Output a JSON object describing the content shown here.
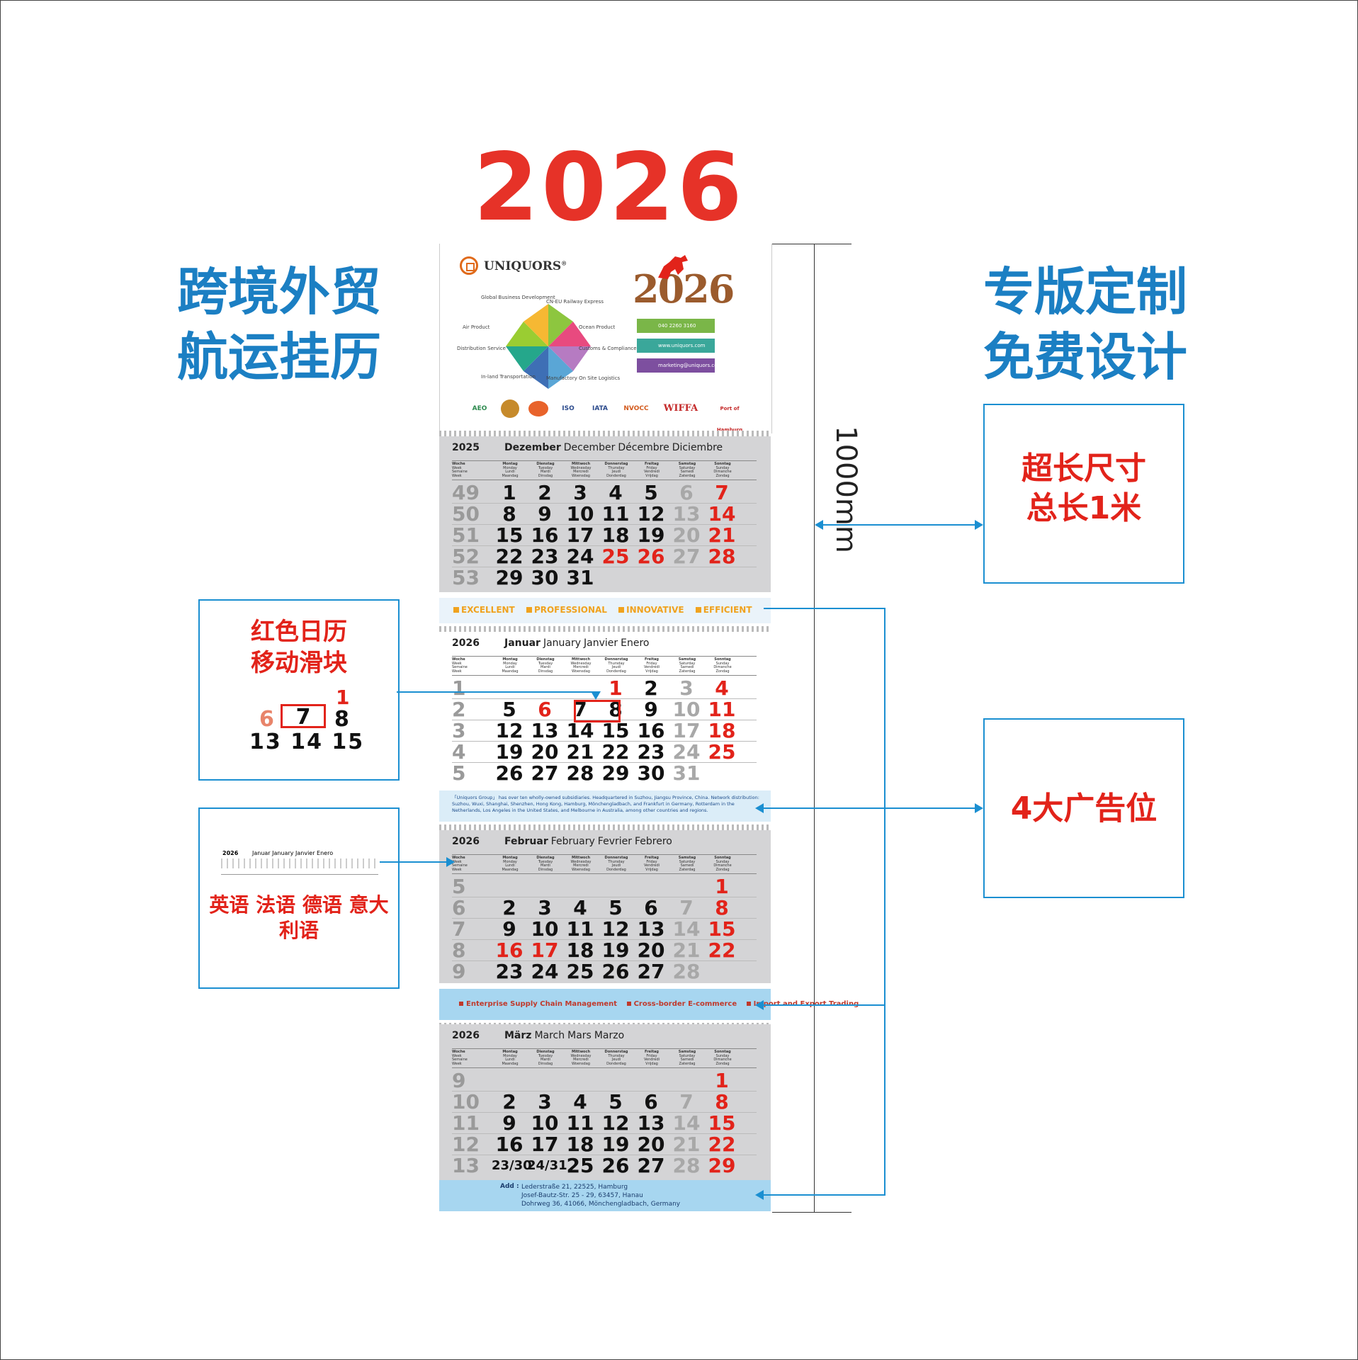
{
  "title": "2026",
  "left_heading": [
    "跨境外贸",
    "航运挂历"
  ],
  "right_heading": [
    "专版定制",
    "免费设计"
  ],
  "size_label": "1000mm",
  "callouts": {
    "length": [
      "超长尺寸",
      "总长1米"
    ],
    "slider": [
      "红色日历",
      "移动滑块"
    ],
    "languages": "英语 法语 德语 意大利语",
    "ads": "4大广告位"
  },
  "slider_preview": {
    "top": "1",
    "mid": [
      "6",
      "7",
      "8"
    ],
    "bottom": [
      "13",
      "14",
      "15"
    ]
  },
  "lang_preview": {
    "year": "2026",
    "names": "Januar  January  Janvier  Enero"
  },
  "header": {
    "brand": "UNIQUORS",
    "brand_mark": "®",
    "horse_year": "2026",
    "wheel_labels": [
      "Global Business Development",
      "CN-EU Railway Express",
      "Air Product",
      "Ocean Product",
      "Distribution Service",
      "Customs & Compliance",
      "In-land Transportation",
      "Manufactory On Site Logistics"
    ],
    "contacts": [
      {
        "text": "040 2260 3160",
        "color": "#7ab648"
      },
      {
        "text": "www.uniquors.com",
        "color": "#3aa79a"
      },
      {
        "text": "marketing@uniquors.com",
        "color": "#7d4f9f"
      }
    ],
    "certs": [
      "AEO",
      "",
      "",
      "ISO",
      "IATA",
      "NVOCC",
      "WIFFA",
      "Port of Hamburg"
    ]
  },
  "day_headers": [
    [
      "Woche",
      "Week",
      "Semaine",
      "Week"
    ],
    [
      "Montag",
      "Monday",
      "Lundi",
      "Maandag"
    ],
    [
      "Dienstag",
      "Tuesday",
      "Mardi",
      "Dinsdag"
    ],
    [
      "Mittwoch",
      "Wednesday",
      "Mercredi",
      "Woensdag"
    ],
    [
      "Donnerstag",
      "Thursday",
      "Jeudi",
      "Donderdag"
    ],
    [
      "Freitag",
      "Friday",
      "Vendredi",
      "Vrijdag"
    ],
    [
      "Samstag",
      "Saturday",
      "Samedi",
      "Zaterdag"
    ],
    [
      "Sonntag",
      "Sunday",
      "Dimanche",
      "Zondag"
    ]
  ],
  "months": [
    {
      "year": "2025",
      "names": [
        "Dezember",
        "December",
        "Décembre",
        "Diciembre"
      ],
      "rows": [
        [
          "49",
          "1",
          "2",
          "3",
          "4",
          "5",
          "6",
          "7"
        ],
        [
          "50",
          "8",
          "9",
          "10",
          "11",
          "12",
          "13",
          "14"
        ],
        [
          "51",
          "15",
          "16",
          "17",
          "18",
          "19",
          "20",
          "21"
        ],
        [
          "52",
          "22",
          "23",
          "24",
          "25",
          "26",
          "27",
          "28"
        ],
        [
          "53",
          "29",
          "30",
          "31",
          "",
          "",
          "",
          ""
        ]
      ],
      "holidays": [
        "25",
        "26"
      ]
    },
    {
      "year": "2026",
      "names": [
        "Januar",
        "January",
        "Janvier",
        "Enero"
      ],
      "rows": [
        [
          "1",
          "",
          "",
          "",
          "1",
          "2",
          "3",
          "4"
        ],
        [
          "2",
          "5",
          "6",
          "7",
          "8",
          "9",
          "10",
          "11"
        ],
        [
          "3",
          "12",
          "13",
          "14",
          "15",
          "16",
          "17",
          "18"
        ],
        [
          "4",
          "19",
          "20",
          "21",
          "22",
          "23",
          "24",
          "25"
        ],
        [
          "5",
          "26",
          "27",
          "28",
          "29",
          "30",
          "31",
          ""
        ]
      ],
      "holidays": [
        "1",
        "6"
      ]
    },
    {
      "year": "2026",
      "names": [
        "Februar",
        "February",
        "Fevrier",
        "Febrero"
      ],
      "rows": [
        [
          "5",
          "",
          "",
          "",
          "",
          "",
          "",
          "1"
        ],
        [
          "6",
          "2",
          "3",
          "4",
          "5",
          "6",
          "7",
          "8"
        ],
        [
          "7",
          "9",
          "10",
          "11",
          "12",
          "13",
          "14",
          "15"
        ],
        [
          "8",
          "16",
          "17",
          "18",
          "19",
          "20",
          "21",
          "22"
        ],
        [
          "9",
          "23",
          "24",
          "25",
          "26",
          "27",
          "28",
          ""
        ]
      ],
      "holidays": [
        "16",
        "17"
      ]
    },
    {
      "year": "2026",
      "names": [
        "März",
        "March",
        "Mars",
        "Marzo"
      ],
      "rows": [
        [
          "9",
          "",
          "",
          "",
          "",
          "",
          "",
          "1"
        ],
        [
          "10",
          "2",
          "3",
          "4",
          "5",
          "6",
          "7",
          "8"
        ],
        [
          "11",
          "9",
          "10",
          "11",
          "12",
          "13",
          "14",
          "15"
        ],
        [
          "12",
          "16",
          "17",
          "18",
          "19",
          "20",
          "21",
          "22"
        ],
        [
          "13",
          "23/30",
          "24/31",
          "25",
          "26",
          "27",
          "28",
          "29"
        ]
      ],
      "holidays": []
    }
  ],
  "ads": {
    "strip1": [
      "EXCELLENT",
      "PROFESSIONAL",
      "INNOVATIVE",
      "EFFICIENT"
    ],
    "strip2": "「Uniquors Group」 has over ten wholly-owned subsidiaries. Headquartered in Suzhou, Jiangsu Province, China. Network distribution: Suzhou, Wuxi, Shanghai, Shenzhen, Hong Kong, Hamburg, Mönchengladbach, and Frankfurt in Germany, Rotterdam in the Netherlands, Los Angeles in the United States, and Melbourne in Australia, among other countries and regions.",
    "strip3": [
      "Enterprise Supply Chain Management",
      "Cross-border E-commerce",
      "Import and Export Trading"
    ],
    "strip4_label": "Add :",
    "strip4_lines": [
      "Lederstraße 21, 22525, Hamburg",
      "Josef-Bautz-Str. 25 - 29, 63457, Hanau",
      "Dohrweg 36, 41066, Mönchengladbach, Germany"
    ]
  },
  "colors": {
    "title_red": "#e63228",
    "heading_blue": "#1b7fc3",
    "arrow_blue": "#1b8fd1",
    "panel_grey": "#d4d4d6",
    "ad_blue": "#a7d6f0",
    "ad_orange": "#f0a21e"
  }
}
